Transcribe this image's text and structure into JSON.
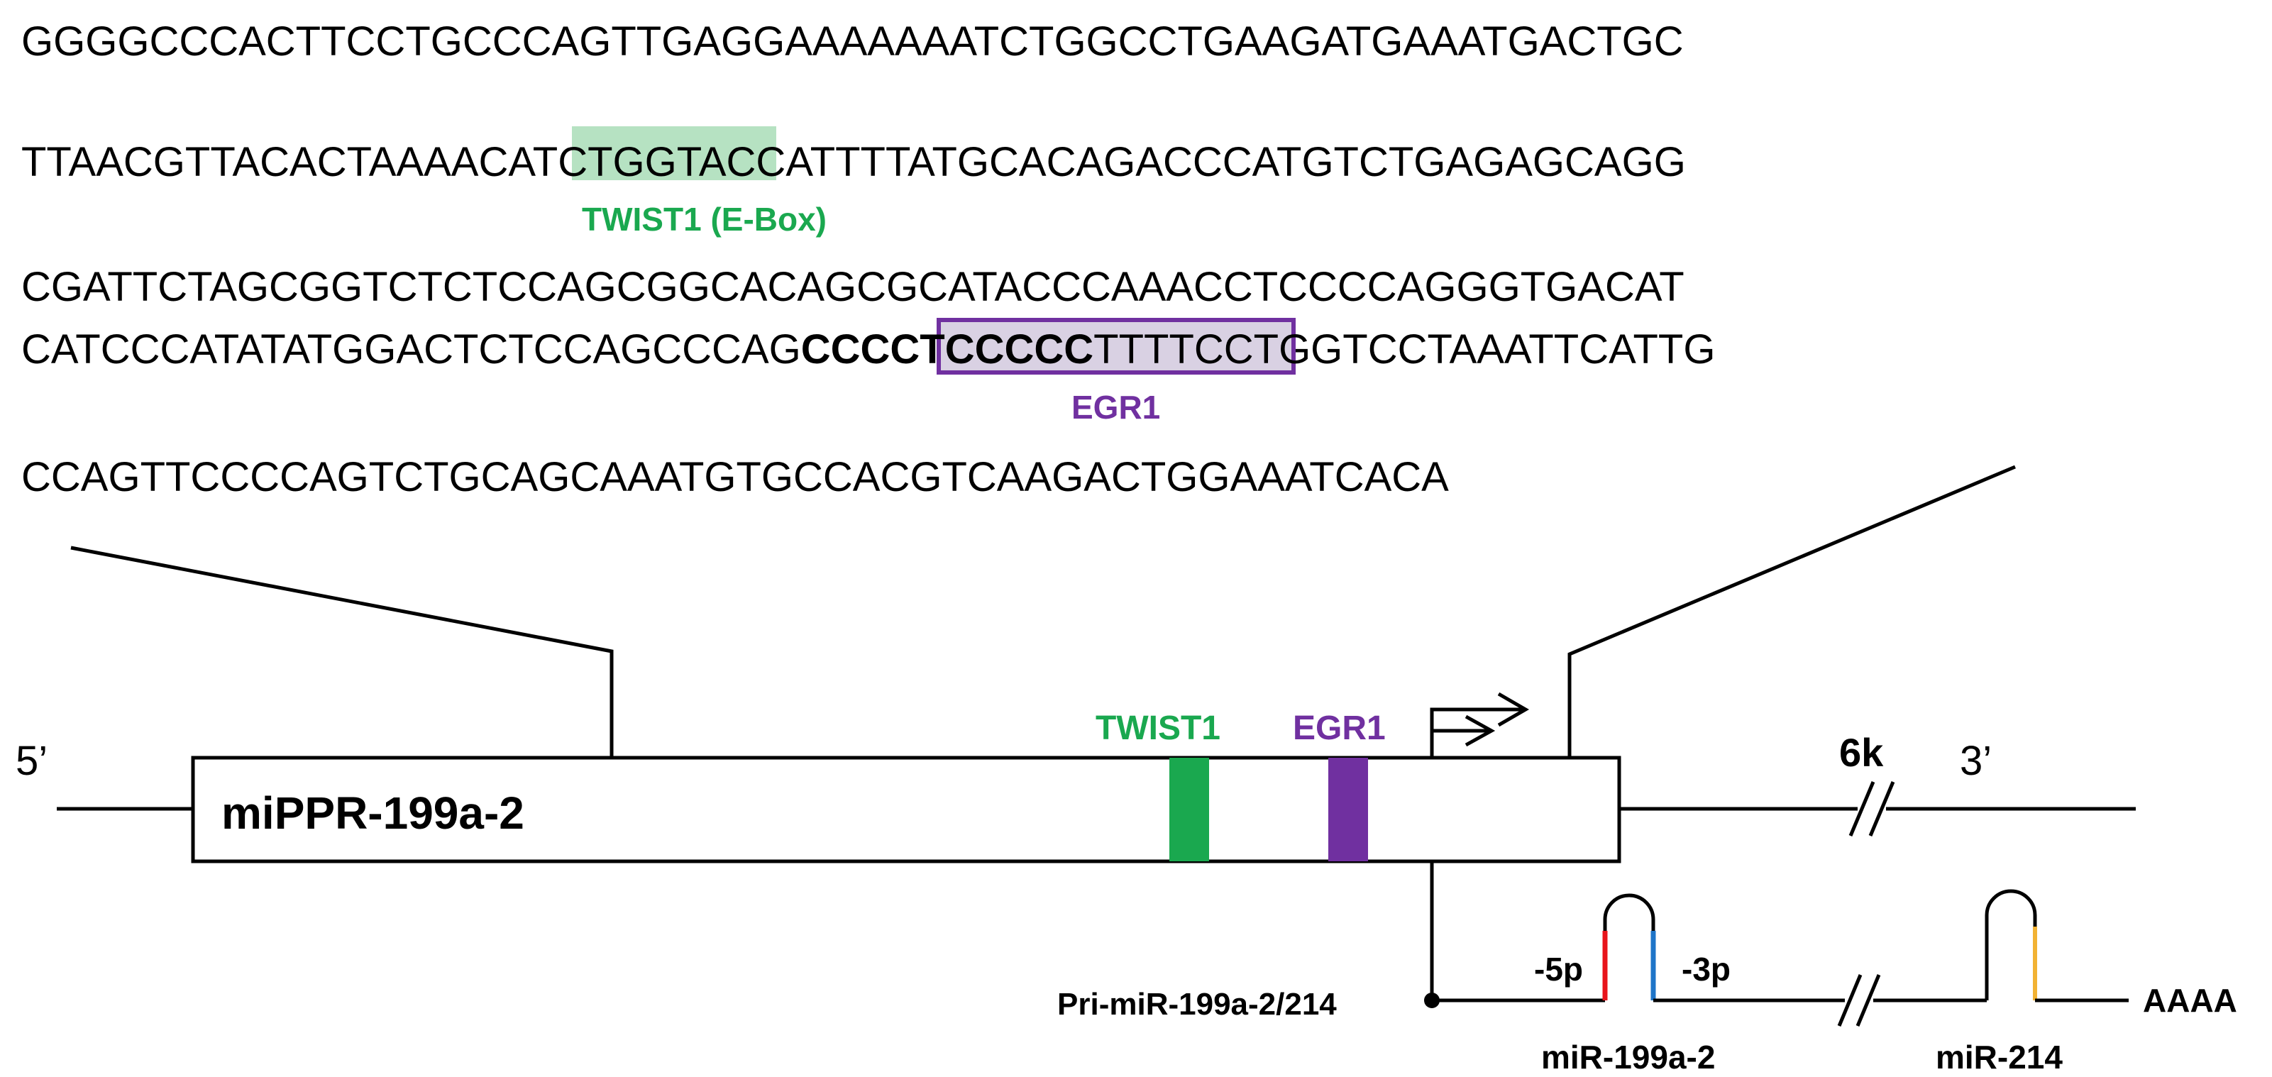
{
  "sequence": {
    "line1": "GGGGCCCACTTCCTGCCCAGTTGAGGAAAAAAATCTGGCCTGAAGATGAAATGACTGC",
    "line2_pre": "TTAACGTTACACTAAAA",
    "line2_site": "CATCTG",
    "line2_post": "GTACCATTTTATGCACAGACCCATGTCTGAGAGCAGG",
    "line3": "CGATTCTAGCGGTCTCTCCAGCGGCACAGCGCATACCCAAACCTCCCCAGGGTGACAT",
    "line4_pre": "CATCCCATATATGGACTCTCCAGCCCAG",
    "line4_site": "CCCCTCCCCC",
    "line4_post": "TTTTCCTGGTCCTAAATTCATTG",
    "line5": "CCAGTTCCCCAGTCTGCAGCAAATGTGCCACGTCAAGACTGGAAATCACA"
  },
  "sites": {
    "twist1_label": "TWIST1 (E-Box)",
    "egr1_label": "EGR1"
  },
  "gene": {
    "five_prime": "5’",
    "three_prime": "3’",
    "promoter_name": "miPPR-199a-2",
    "twist1": "TWIST1",
    "egr1": "EGR1",
    "gap_label": "6k"
  },
  "transcript": {
    "pri_label": "Pri-miR-199a-2/214",
    "arm5p": "-5p",
    "arm3p": "-3p",
    "mir199_label": "miR-199a-2",
    "mir214_label": "miR-214",
    "polyA": "AAAA"
  },
  "colors": {
    "twist1": "#1aa84f",
    "egr1": "#7030a0",
    "twist1_highlight": "#b6e2c2",
    "egr1_highlight": "#d9d1e3",
    "arm5p": "#e8141b",
    "arm3p": "#1f75c8",
    "mir214_arm": "#f2b233"
  }
}
